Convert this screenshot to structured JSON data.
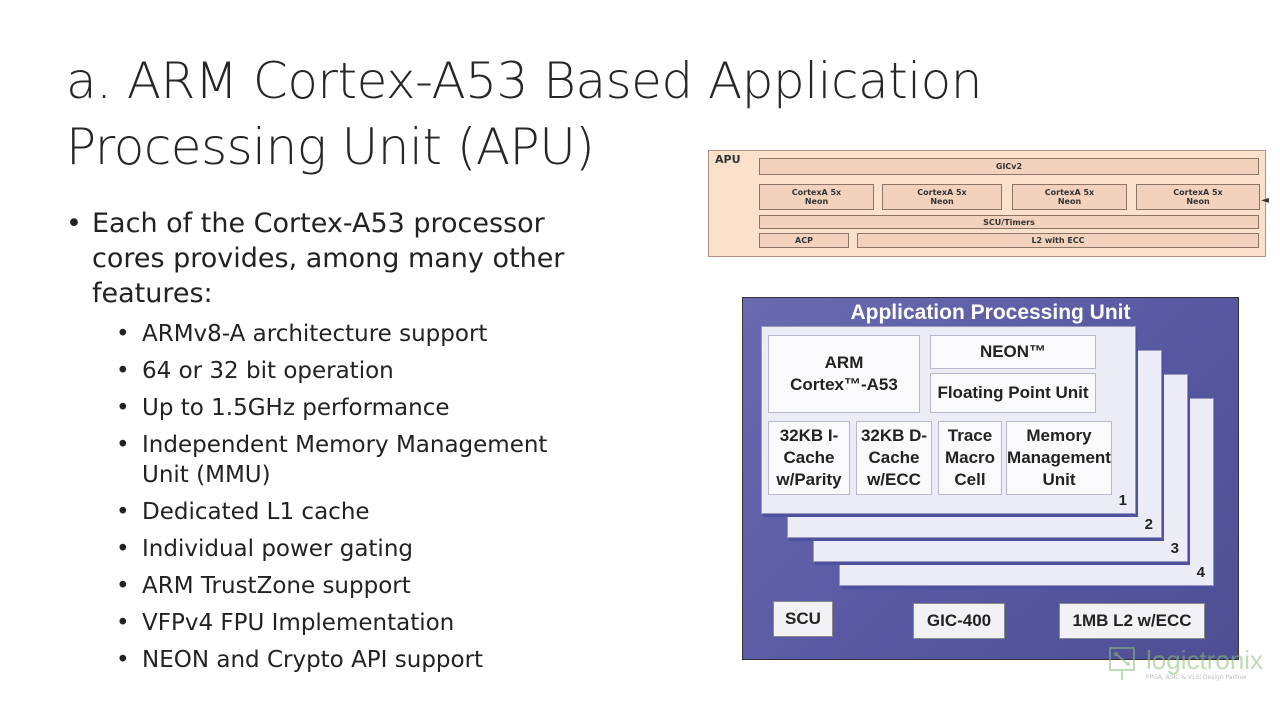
{
  "slide": {
    "title_line1": "a. ARM Cortex-A53 Based Application",
    "title_line2": "Processing Unit (APU)",
    "main_bullet_line1": "Each of the Cortex-A53 processor",
    "main_bullet_line2": "cores provides, among many other",
    "main_bullet_line3": "features:",
    "sub_bullets": [
      "ARMv8-A architecture support",
      "64 or 32 bit operation",
      "Up to 1.5GHz performance",
      "Independent Memory Management",
      "Unit (MMU)",
      "Dedicated L1 cache",
      "Individual power gating",
      "ARM TrustZone support",
      "VFPv4 FPU Implementation",
      "NEON and Crypto API support"
    ],
    "bullet_char": "•"
  },
  "apu_small": {
    "label": "APU",
    "gic": "GICv2",
    "cores": [
      "CortexA 5x\nNeon",
      "CortexA 5x\nNeon",
      "CortexA 5x\nNeon",
      "CortexA 5x\nNeon"
    ],
    "scu": "SCU/Timers",
    "acp": "ACP",
    "l2": "L2 with ECC",
    "arrow": "◄"
  },
  "apu_big": {
    "title": "Application Processing Unit",
    "arm": "ARM",
    "cortex": "Cortex™-A53",
    "neon": "NEON™",
    "fpu": "Floating Point Unit",
    "icache": "32KB I-\nCache\nw/Parity",
    "dcache": "32KB D-\nCache\nw/ECC",
    "trace": "Trace\nMacro\nCell",
    "mmu": "Memory\nManagement\nUnit",
    "core_numbers": [
      "1",
      "2",
      "3",
      "4"
    ],
    "scu": "SCU",
    "gic": "GIC-400",
    "l2": "1MB L2 w/ECC"
  },
  "logo": {
    "name": "logictronix",
    "tagline": "FPGA, ASIC & VLSI Design Partner"
  }
}
